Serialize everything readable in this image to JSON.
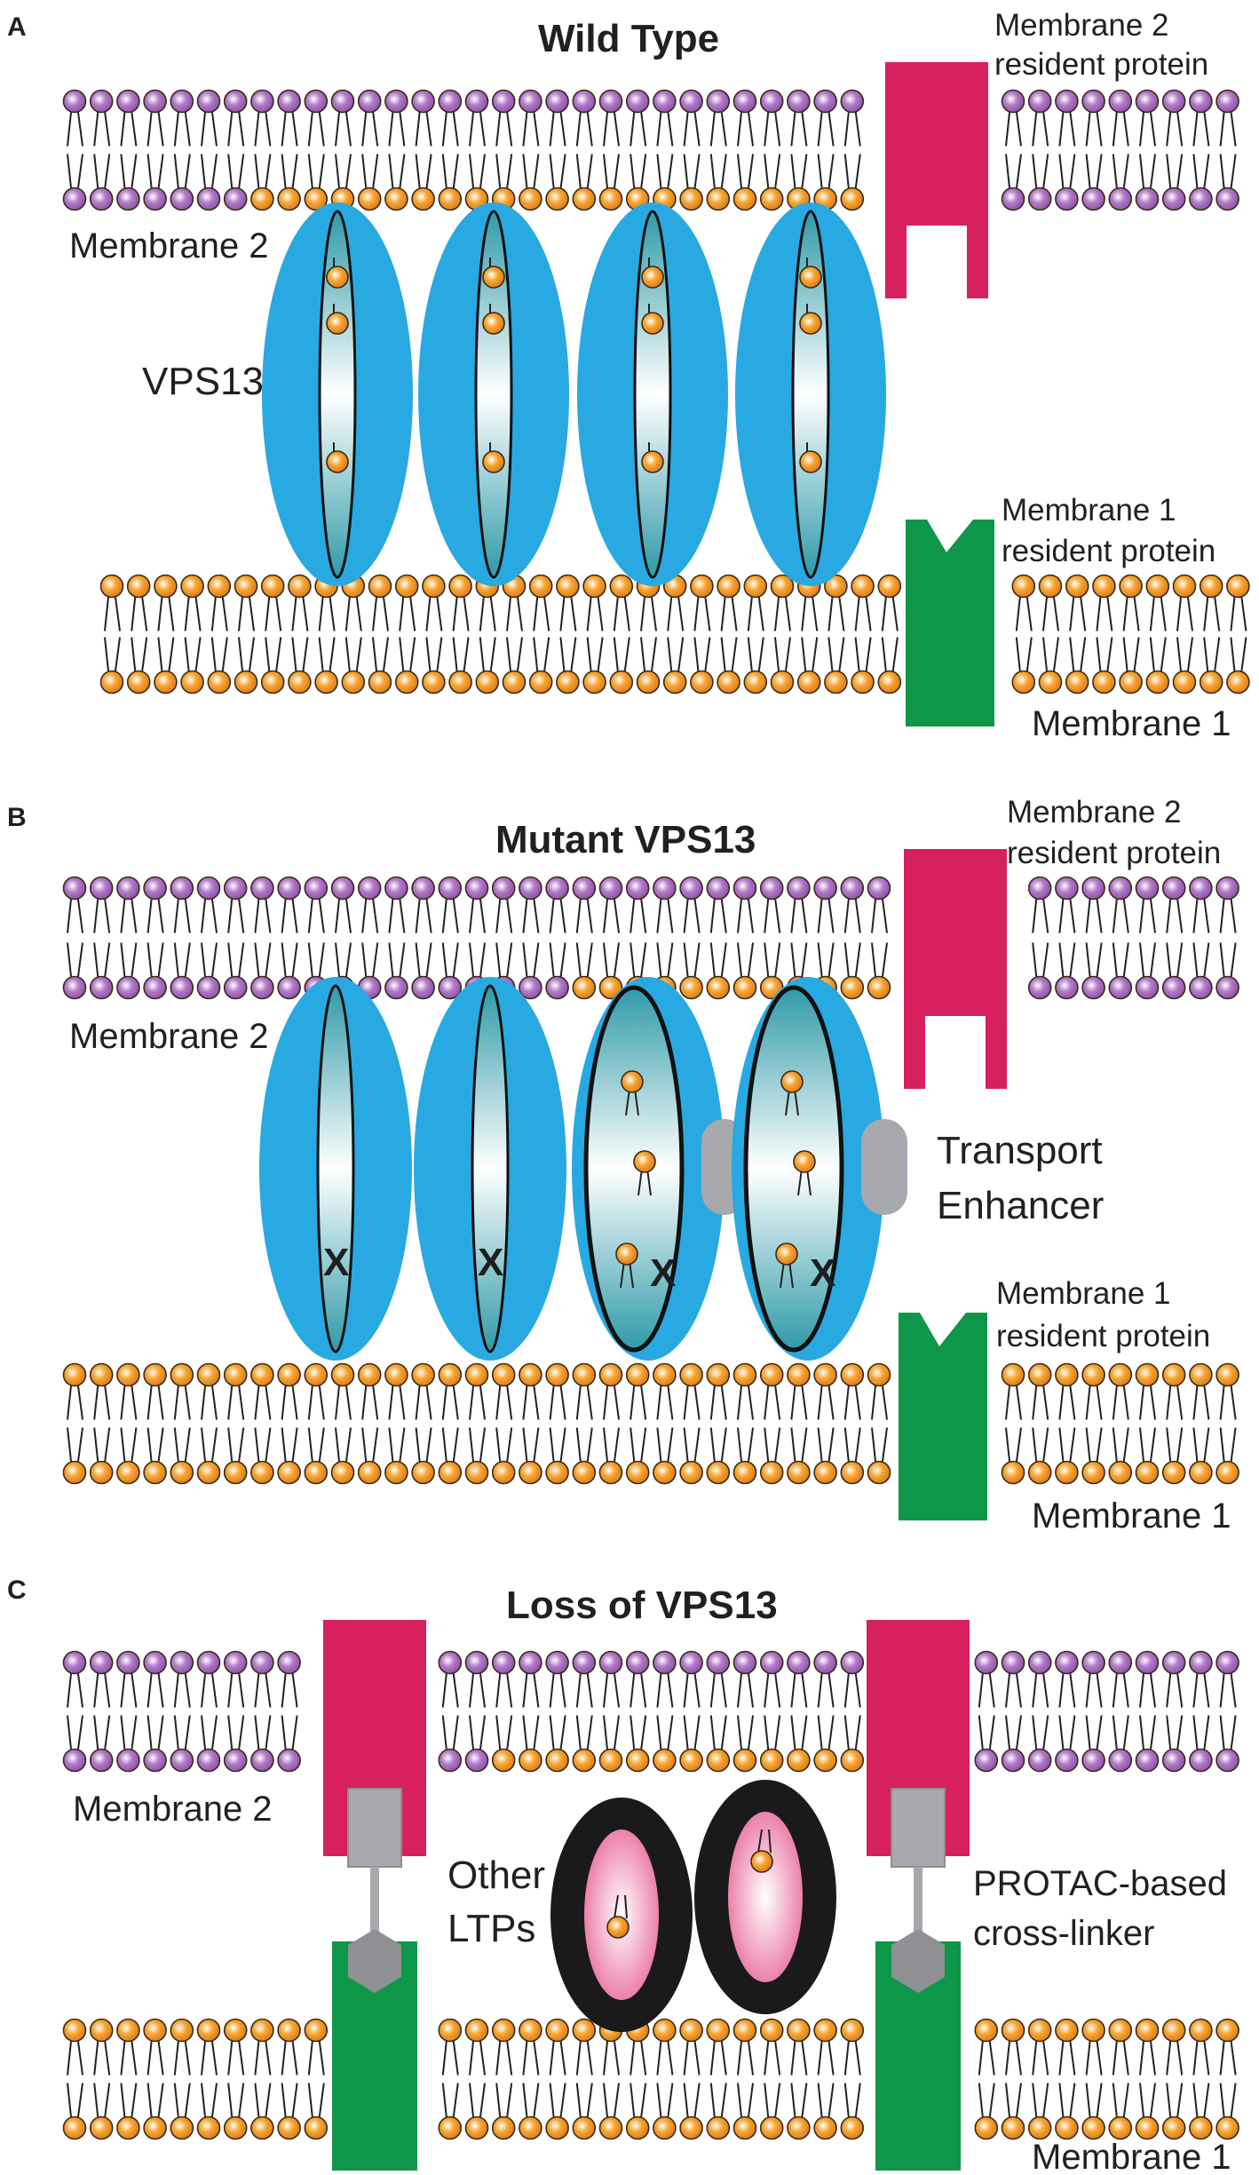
{
  "colors": {
    "purple_lipid": "#b27ac9",
    "orange_lipid": "#f7a531",
    "vps13_blue": "#29a9e1",
    "channel_teal": "#2e9aa8",
    "membrane2_protein": "#d6205f",
    "membrane1_protein": "#0e9748",
    "enhancer_gray": "#a8a9ad",
    "ltp_black": "#1a1a1a",
    "ltp_pink": "#e8679a"
  },
  "panels": [
    {
      "letter": "A",
      "title": "Wild Type",
      "membrane2_label": "Membrane 2",
      "membrane1_label": "Membrane 1",
      "vps13_label": "VPS13",
      "m2_protein_label": [
        "Membrane 2",
        "resident protein"
      ],
      "m1_protein_label": [
        "Membrane 1",
        "resident protein"
      ]
    },
    {
      "letter": "B",
      "title": "Mutant VPS13",
      "membrane2_label": "Membrane 2",
      "membrane1_label": "Membrane 1",
      "enhancer_label": [
        "Transport",
        "Enhancer"
      ],
      "m2_protein_label": [
        "Membrane 2",
        "resident protein"
      ],
      "m1_protein_label": [
        "Membrane 1",
        "resident protein"
      ],
      "mutation_mark": "X"
    },
    {
      "letter": "C",
      "title": "Loss of VPS13",
      "membrane2_label": "Membrane 2",
      "membrane1_label": "Membrane 1",
      "ltp_label": [
        "Other",
        "LTPs"
      ],
      "crosslinker_label": [
        "PROTAC-based",
        "cross-linker"
      ]
    }
  ]
}
